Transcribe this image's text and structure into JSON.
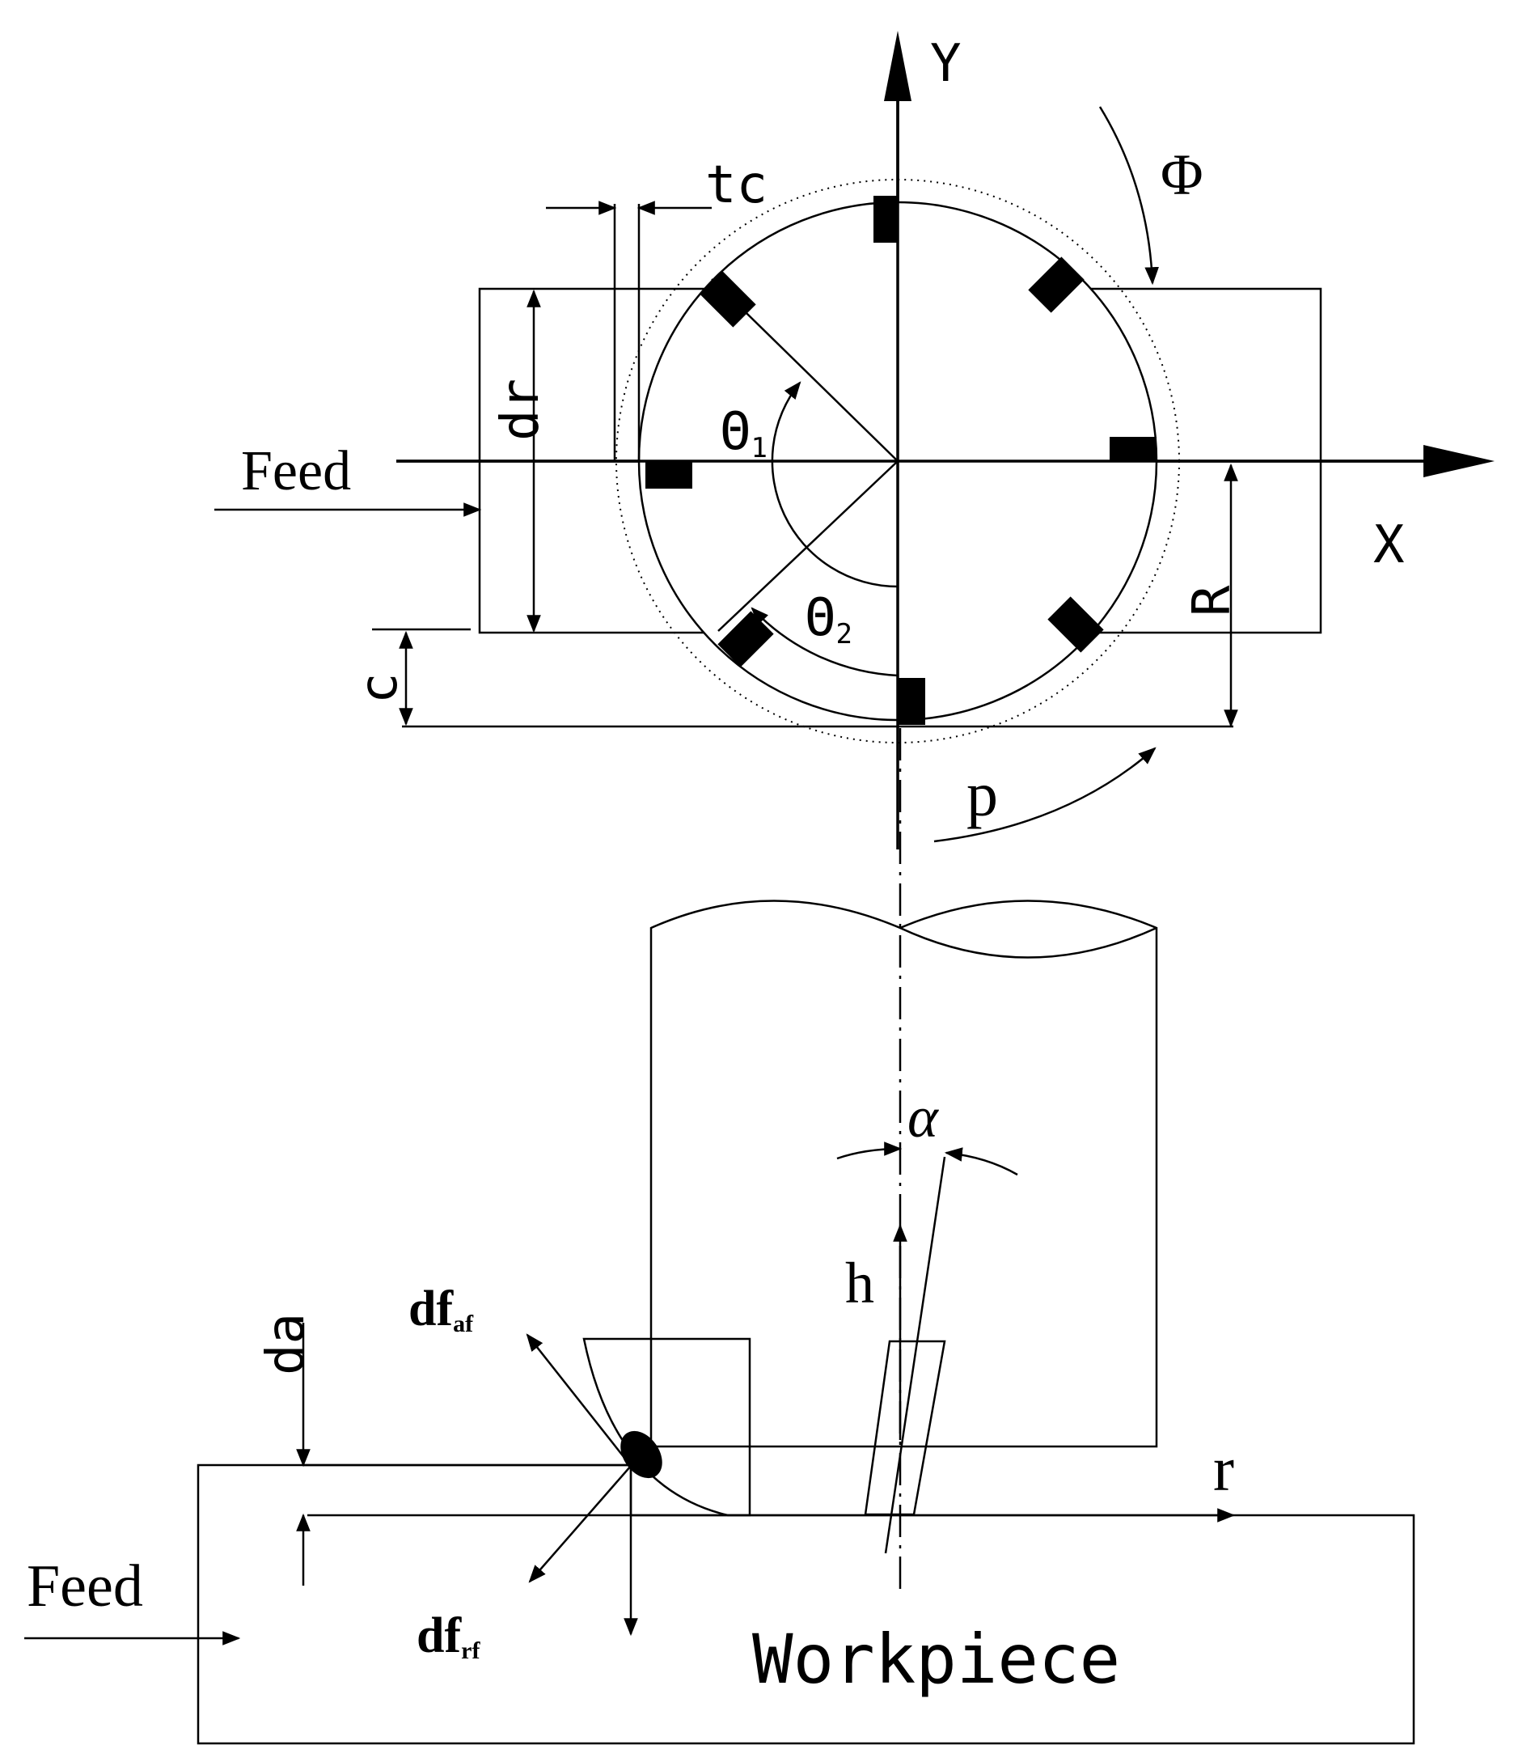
{
  "labels": {
    "y_axis": "Y",
    "x_axis": "X",
    "tc": "tc",
    "phi": "Φ",
    "dr": "dr",
    "theta1": "Θ",
    "theta1_sub": "1",
    "theta2": "Θ",
    "theta2_sub": "2",
    "feed_top": "Feed",
    "R": "R",
    "c": "c",
    "p": "p",
    "alpha": "α",
    "h": "h",
    "df_af": "df",
    "df_af_sub": "af",
    "df_rf": "df",
    "df_rf_sub": "rf",
    "da": "da",
    "r": "r",
    "feed_bottom": "Feed",
    "workpiece": "Workpiece"
  }
}
